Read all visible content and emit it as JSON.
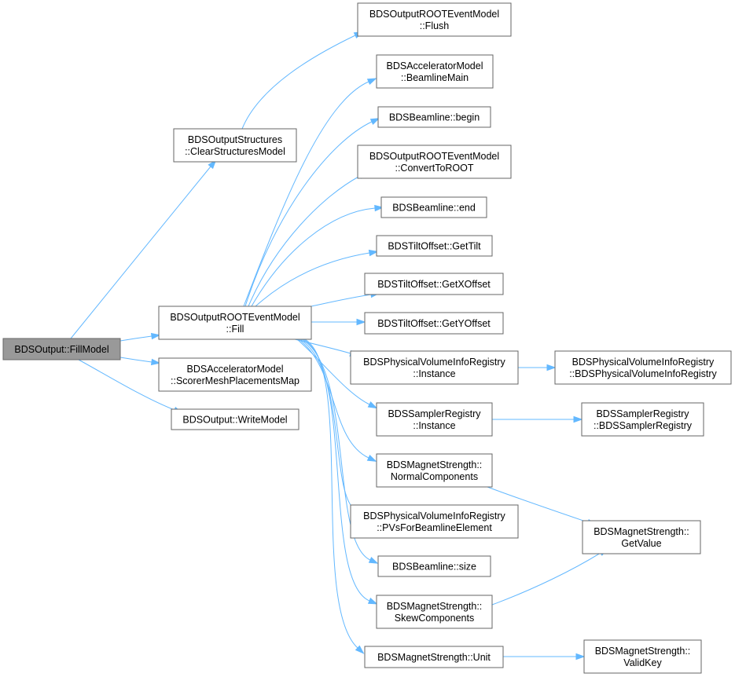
{
  "nodes": [
    {
      "id": "root",
      "lines": [
        "BDSOutput::FillModel"
      ],
      "root": true
    },
    {
      "id": "clear",
      "lines": [
        "BDSOutputStructures",
        "::ClearStructuresModel"
      ]
    },
    {
      "id": "fill",
      "lines": [
        "BDSOutputROOTEventModel",
        "::Fill"
      ]
    },
    {
      "id": "scorer",
      "lines": [
        "BDSAcceleratorModel",
        "::ScorerMeshPlacementsMap"
      ]
    },
    {
      "id": "write",
      "lines": [
        "BDSOutput::WriteModel"
      ]
    },
    {
      "id": "flush",
      "lines": [
        "BDSOutputROOTEventModel",
        "::Flush"
      ]
    },
    {
      "id": "beamlinemain",
      "lines": [
        "BDSAcceleratorModel",
        "::BeamlineMain"
      ]
    },
    {
      "id": "begin",
      "lines": [
        "BDSBeamline::begin"
      ]
    },
    {
      "id": "converttoroot",
      "lines": [
        "BDSOutputROOTEventModel",
        "::ConvertToROOT"
      ]
    },
    {
      "id": "end",
      "lines": [
        "BDSBeamline::end"
      ]
    },
    {
      "id": "gettilt",
      "lines": [
        "BDSTiltOffset::GetTilt"
      ]
    },
    {
      "id": "getxoffset",
      "lines": [
        "BDSTiltOffset::GetXOffset"
      ]
    },
    {
      "id": "getyoffset",
      "lines": [
        "BDSTiltOffset::GetYOffset"
      ]
    },
    {
      "id": "pvinstance",
      "lines": [
        "BDSPhysicalVolumeInfoRegistry",
        "::Instance"
      ]
    },
    {
      "id": "pvctor",
      "lines": [
        "BDSPhysicalVolumeInfoRegistry",
        "::BDSPhysicalVolumeInfoRegistry"
      ]
    },
    {
      "id": "samplerinstance",
      "lines": [
        "BDSSamplerRegistry",
        "::Instance"
      ]
    },
    {
      "id": "samplerctor",
      "lines": [
        "BDSSamplerRegistry",
        "::BDSSamplerRegistry"
      ]
    },
    {
      "id": "normal",
      "lines": [
        "BDSMagnetStrength::",
        "NormalComponents"
      ]
    },
    {
      "id": "pvsfor",
      "lines": [
        "BDSPhysicalVolumeInfoRegistry",
        "::PVsForBeamlineElement"
      ]
    },
    {
      "id": "getvalue",
      "lines": [
        "BDSMagnetStrength::",
        "GetValue"
      ]
    },
    {
      "id": "size",
      "lines": [
        "BDSBeamline::size"
      ]
    },
    {
      "id": "skew",
      "lines": [
        "BDSMagnetStrength::",
        "SkewComponents"
      ]
    },
    {
      "id": "unit",
      "lines": [
        "BDSMagnetStrength::Unit"
      ]
    },
    {
      "id": "validkey",
      "lines": [
        "BDSMagnetStrength::",
        "ValidKey"
      ]
    }
  ],
  "edges": [
    {
      "from": "root",
      "to": "clear"
    },
    {
      "from": "root",
      "to": "fill"
    },
    {
      "from": "root",
      "to": "scorer"
    },
    {
      "from": "root",
      "to": "write"
    },
    {
      "from": "clear",
      "to": "flush"
    },
    {
      "from": "fill",
      "to": "beamlinemain"
    },
    {
      "from": "fill",
      "to": "begin"
    },
    {
      "from": "fill",
      "to": "converttoroot"
    },
    {
      "from": "fill",
      "to": "end"
    },
    {
      "from": "fill",
      "to": "gettilt"
    },
    {
      "from": "fill",
      "to": "getxoffset"
    },
    {
      "from": "fill",
      "to": "getyoffset"
    },
    {
      "from": "fill",
      "to": "pvinstance"
    },
    {
      "from": "fill",
      "to": "samplerinstance"
    },
    {
      "from": "fill",
      "to": "normal"
    },
    {
      "from": "fill",
      "to": "pvsfor"
    },
    {
      "from": "fill",
      "to": "size"
    },
    {
      "from": "fill",
      "to": "skew"
    },
    {
      "from": "fill",
      "to": "unit"
    },
    {
      "from": "pvinstance",
      "to": "pvctor"
    },
    {
      "from": "samplerinstance",
      "to": "samplerctor"
    },
    {
      "from": "normal",
      "to": "getvalue"
    },
    {
      "from": "skew",
      "to": "getvalue"
    },
    {
      "from": "unit",
      "to": "validkey"
    }
  ]
}
